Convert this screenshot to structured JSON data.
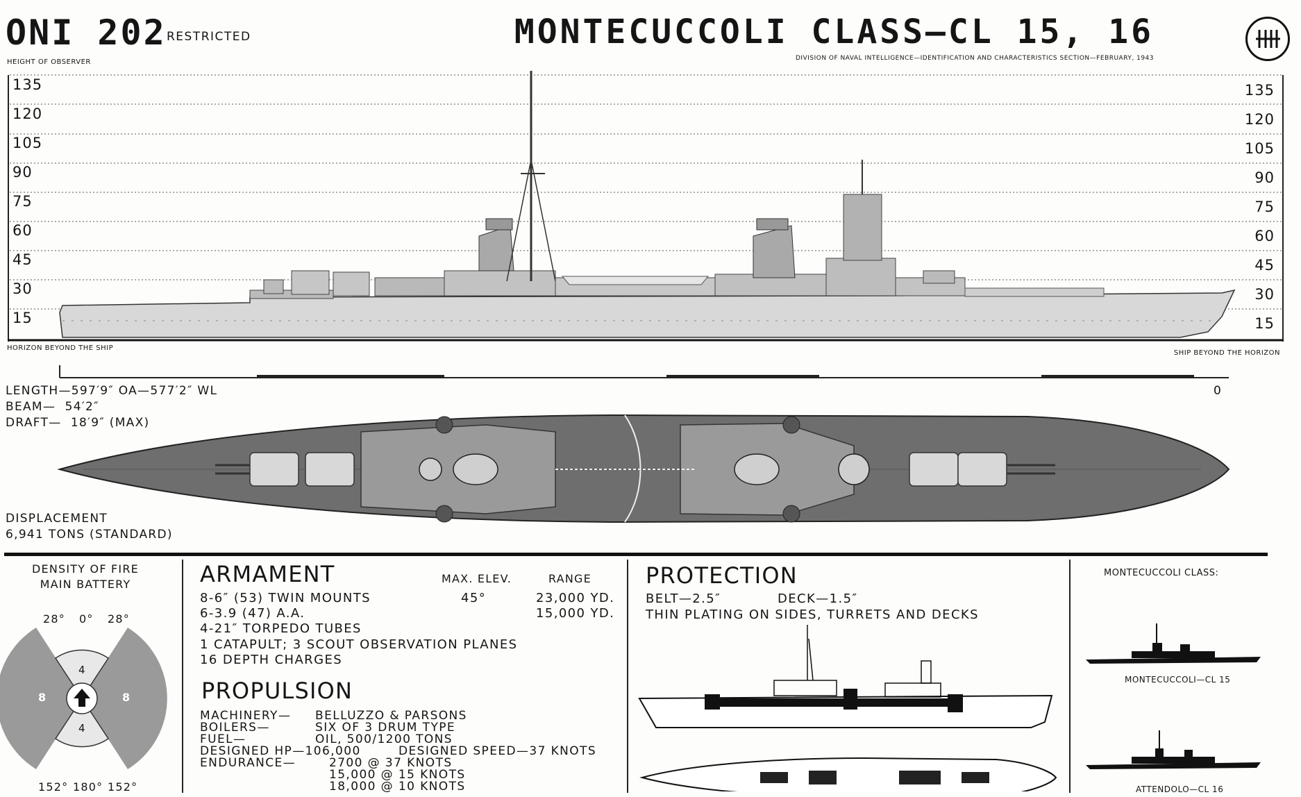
{
  "header": {
    "doc_number": "ONI 202",
    "classification": "RESTRICTED",
    "title": "MONTECUCCOLI CLASS—CL 15, 16",
    "division": "DIVISION OF NAVAL INTELLIGENCE—IDENTIFICATION AND CHARACTERISTICS SECTION—FEBRUARY, 1943"
  },
  "profile_chart": {
    "height_of_observer": "HEIGHT OF OBSERVER",
    "height_ticks": [
      "135",
      "120",
      "105",
      "90",
      "75",
      "60",
      "45",
      "30",
      "15"
    ],
    "horizon_beyond": "HORIZON BEYOND THE SHIP",
    "ship_beyond": "SHIP BEYOND THE HORIZON",
    "zero_label": "0"
  },
  "dimensions": {
    "length": "LENGTH—597′9″ OA—577′2″ WL",
    "beam": "BEAM—  54′2″",
    "draft": "DRAFT—  18′9″ (MAX)",
    "displacement_label": "DISPLACEMENT",
    "displacement_value": "6,941 TONS (STANDARD)"
  },
  "density_of_fire": {
    "title_line1": "DENSITY OF FIRE",
    "title_line2": "MAIN BATTERY",
    "top_left": "28°",
    "top_center": "0°",
    "top_right": "28°",
    "bottom_left": "152°",
    "bottom_center": "180°",
    "bottom_right": "152°",
    "sector_left": "8",
    "sector_right": "8",
    "sector_top": "4",
    "sector_bottom": "4"
  },
  "armament": {
    "heading": "ARMAMENT",
    "col_elev": "MAX. ELEV.",
    "col_range": "RANGE",
    "rows": [
      {
        "item": "8-6″ (53) TWIN MOUNTS",
        "elev": "45°",
        "range": "23,000 YD."
      },
      {
        "item": "6-3.9 (47) A.A.",
        "elev": "",
        "range": "15,000 YD."
      },
      {
        "item": "4-21″ TORPEDO TUBES",
        "elev": "",
        "range": ""
      },
      {
        "item": "1 CATAPULT; 3 SCOUT OBSERVATION PLANES",
        "elev": "",
        "range": ""
      },
      {
        "item": "16 DEPTH CHARGES",
        "elev": "",
        "range": ""
      }
    ]
  },
  "propulsion": {
    "heading": "PROPULSION",
    "labels": [
      "MACHINERY—",
      "BOILERS—",
      "FUEL—",
      "DESIGNED HP—106,000",
      "ENDURANCE—"
    ],
    "values": [
      "BELLUZZO & PARSONS",
      "SIX OF 3 DRUM TYPE",
      "OIL, 500/1200 TONS",
      "DESIGNED SPEED—37 KNOTS",
      "2700 @ 37 KNOTS",
      "15,000 @ 15 KNOTS",
      "18,000 @ 10 KNOTS"
    ]
  },
  "protection": {
    "heading": "PROTECTION",
    "belt": "BELT—2.5″",
    "deck": "DECK—1.5″",
    "note": "THIN PLATING ON SIDES, TURRETS AND DECKS"
  },
  "class_ships": {
    "heading": "MONTECUCCOLI CLASS:",
    "ship1": "MONTECUCCOLI—CL 15",
    "ship2": "ATTENDOLO—CL 16"
  }
}
